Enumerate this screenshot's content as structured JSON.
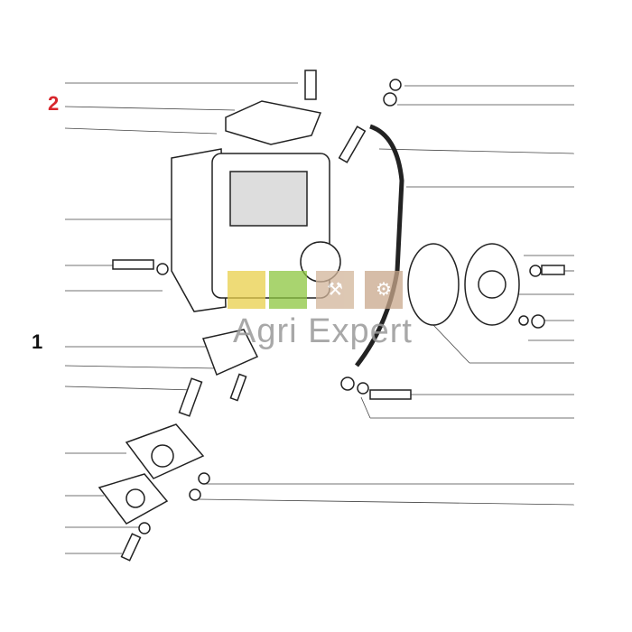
{
  "callouts": {
    "part_1": "1",
    "part_2": "2"
  },
  "colors": {
    "part_2": "#d8262c",
    "part_1": "#111111",
    "tile_yellow": "#e8cf4a",
    "tile_green": "#8cc63f",
    "tile_tan1": "#d2b59a",
    "tile_tan2": "#c9a88c"
  },
  "watermark": {
    "text": "Agri Expert"
  }
}
